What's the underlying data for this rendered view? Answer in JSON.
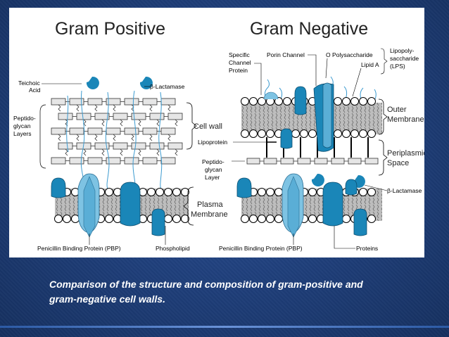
{
  "titles": {
    "gram_positive": "Gram Positive",
    "gram_negative": "Gram Negative"
  },
  "labels_left": {
    "teichoic_acid": [
      "Teichoic",
      "Acid"
    ],
    "peptidoglycan_layers": [
      "Peptido-",
      "glycan",
      "Layers"
    ],
    "beta_lactamase": "β-Lactamase",
    "cell_wall": "Cell wall",
    "plasma_membrane": [
      "Plasma",
      "Membrane"
    ],
    "pbp": "Penicillin Binding Protein (PBP)",
    "phospholipid": "Phospholipid"
  },
  "labels_right": {
    "specific_channel_protein": [
      "Specific",
      "Channel",
      "Protein"
    ],
    "porin_channel": "Porin Channel",
    "o_polysaccharide": "O Polysaccharide",
    "lipid_a": "Lipid A",
    "lps": [
      "Lipopoly-",
      "saccharide",
      "(LPS)"
    ],
    "outer_membrane": [
      "Outer",
      "Membrane"
    ],
    "lipoprotein": "Lipoprotein",
    "peptidoglycan_layer": [
      "Peptido-",
      "glycan",
      "Layer"
    ],
    "periplasmic_space": [
      "Periplasmic",
      "Space"
    ],
    "beta_lactamase": "β-Lactamase",
    "pbp": "Penicillin Binding Protein (PBP)",
    "proteins": "Proteins"
  },
  "colors": {
    "background": "#1f3f7a",
    "protein_dark": "#1a86b8",
    "protein_light": "#7ec3e3",
    "head_outline": "#000000",
    "caption_text": "#ffffff"
  },
  "caption": {
    "line1": "Comparison of the structure and composition of gram-positive and",
    "line2": "gram-negative cell walls."
  }
}
